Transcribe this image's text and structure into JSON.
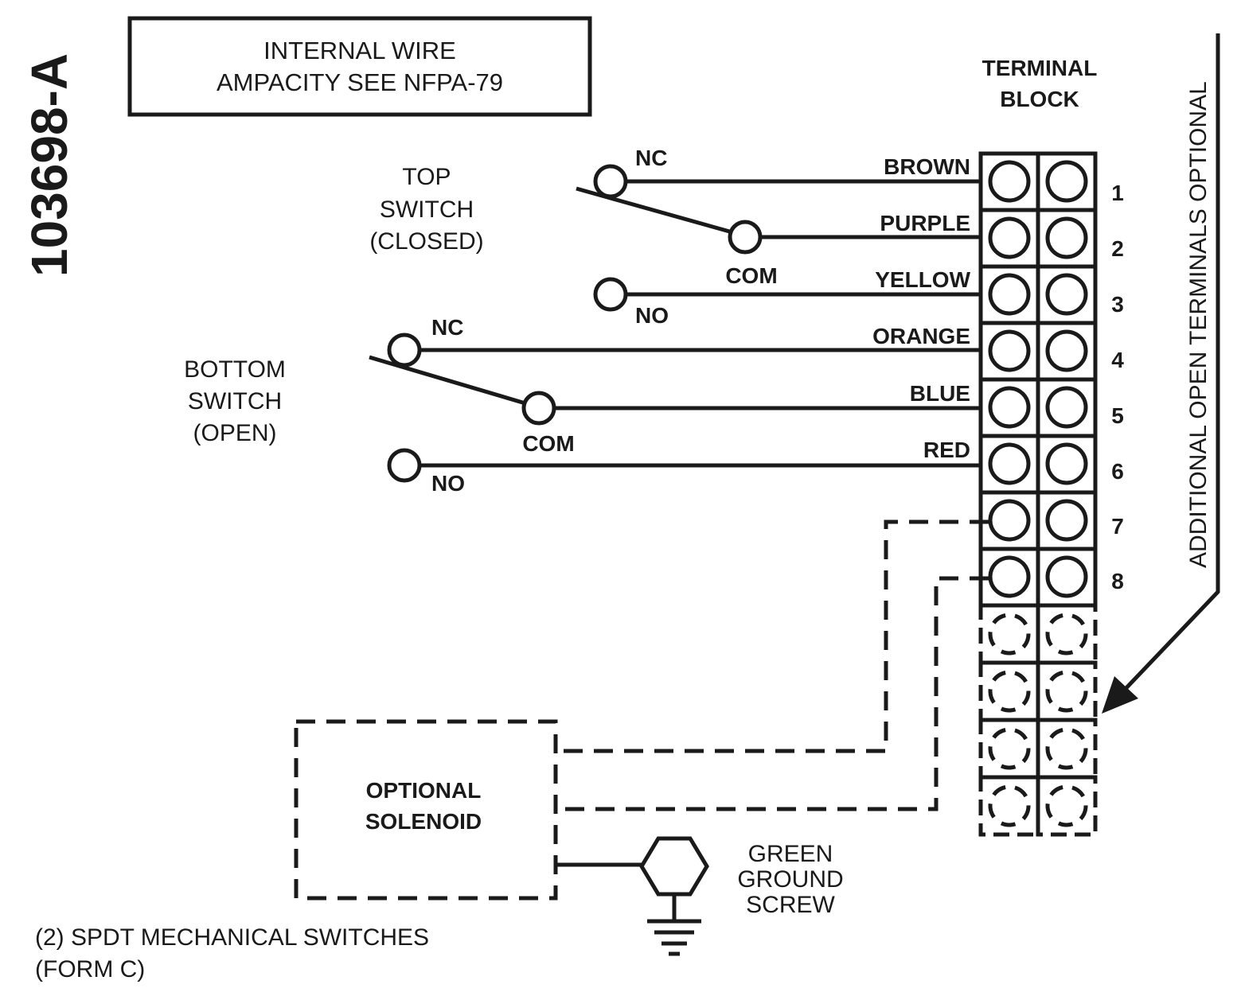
{
  "drawing_number": "103698-A",
  "ampacity_note": {
    "line1": "INTERNAL WIRE",
    "line2": "AMPACITY SEE NFPA-79"
  },
  "terminal_block": {
    "title_line1": "TERMINAL",
    "title_line2": "BLOCK",
    "numbers": [
      "1",
      "2",
      "3",
      "4",
      "5",
      "6",
      "7",
      "8"
    ]
  },
  "optional_note": "ADDITIONAL OPEN TERMINALS OPTIONAL",
  "top_switch": {
    "label_line1": "TOP",
    "label_line2": "SWITCH",
    "label_line3": "(CLOSED)",
    "nc_label": "NC",
    "com_label": "COM",
    "no_label": "NO"
  },
  "bottom_switch": {
    "label_line1": "BOTTOM",
    "label_line2": "SWITCH",
    "label_line3": "(OPEN)",
    "nc_label": "NC",
    "com_label": "COM",
    "no_label": "NO"
  },
  "wire_colors": [
    "BROWN",
    "PURPLE",
    "YELLOW",
    "ORANGE",
    "BLUE",
    "RED"
  ],
  "solenoid": {
    "line1": "OPTIONAL",
    "line2": "SOLENOID"
  },
  "ground_screw": {
    "line1": "GREEN",
    "line2": "GROUND",
    "line3": "SCREW"
  },
  "footnote": {
    "line1": "(2) SPDT MECHANICAL SWITCHES",
    "line2": "(FORM C)"
  }
}
